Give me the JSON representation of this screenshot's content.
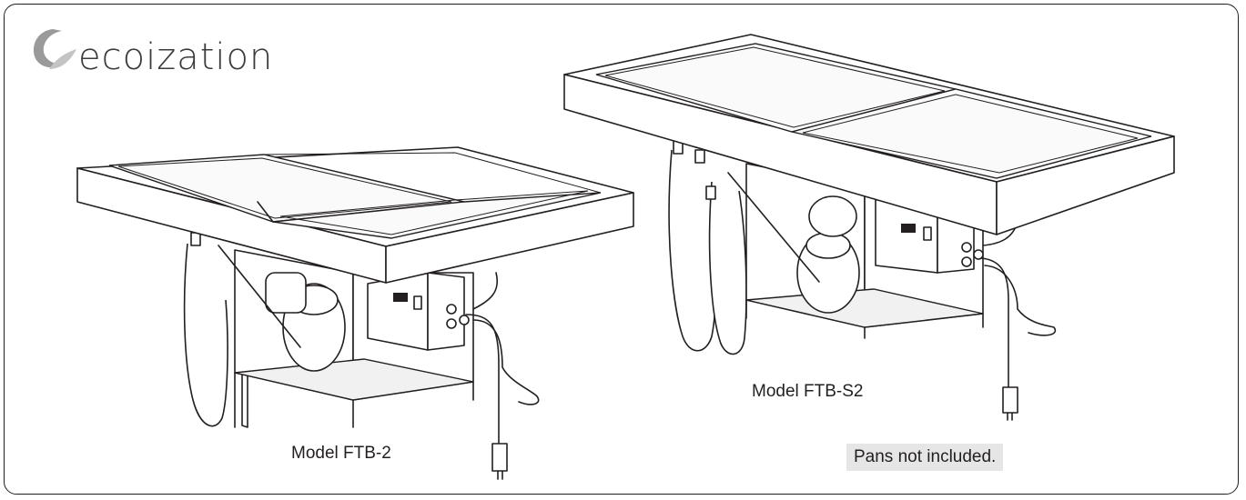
{
  "logo": {
    "alt": "ecoization"
  },
  "captions": {
    "ftb2": "Model FTB-2",
    "ftbs2": "Model FTB-S2"
  },
  "note": "Pans not included."
}
